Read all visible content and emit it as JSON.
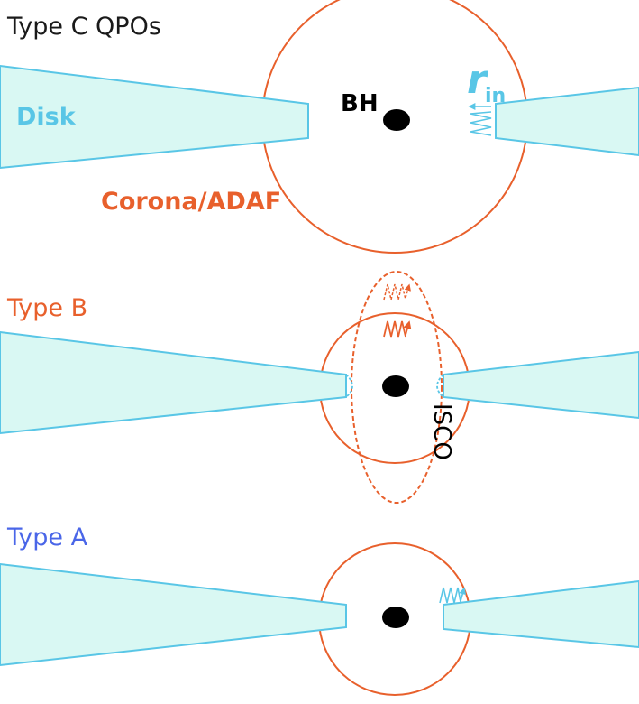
{
  "colors": {
    "corona": "#e8602c",
    "disk_fill": "#d9f8f3",
    "disk_stroke": "#59c6e6",
    "bh": "#000000",
    "type_c_title": "#1a1a1a",
    "type_b_title": "#e8602c",
    "type_a_title": "#4a66e8"
  },
  "panels": {
    "type_c": {
      "title": "Type  C QPOs",
      "disk_label": "Disk",
      "corona_label": "Corona/ADAF",
      "bh_label": "BH",
      "rin_symbol": "r",
      "rin_subscript": "in"
    },
    "type_b": {
      "title": "Type  B",
      "isco_label": "ISCO"
    },
    "type_a": {
      "title": "Type  A"
    }
  },
  "icons": [
    "bh-dot-icon",
    "oscillation-wave-icon",
    "arrow-icon"
  ]
}
